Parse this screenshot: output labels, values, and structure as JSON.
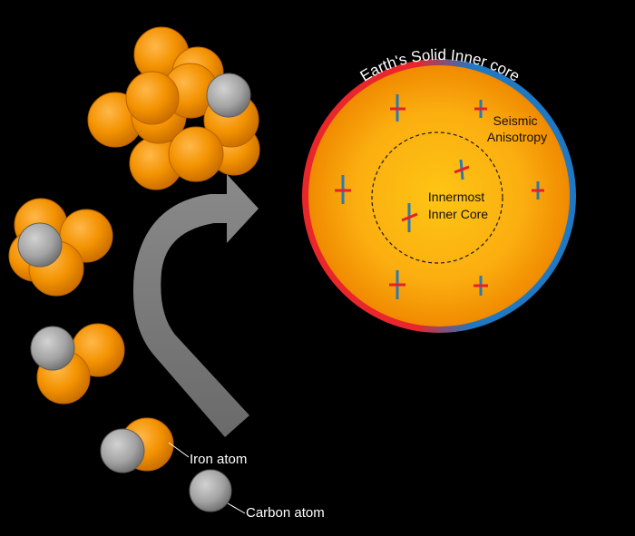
{
  "labels": {
    "core_title": "Earth's Solid Inner core",
    "seismic_line1": "Seismic",
    "seismic_line2": "Anisotropy",
    "innermost_line1": "Innermost",
    "innermost_line2": "Inner Core",
    "iron_atom": "Iron atom",
    "carbon_atom": "Carbon atom"
  },
  "colors": {
    "background": "#000000",
    "iron": "#f39200",
    "carbon": "#9d9d9d",
    "arrow": "#777777",
    "rim_left": "#e8262b",
    "rim_right": "#1f78c1",
    "core_center": "#fec214",
    "core_edge": "#f08a00",
    "marker_red": "#e4202a",
    "marker_blue": "#2a7ab5"
  }
}
